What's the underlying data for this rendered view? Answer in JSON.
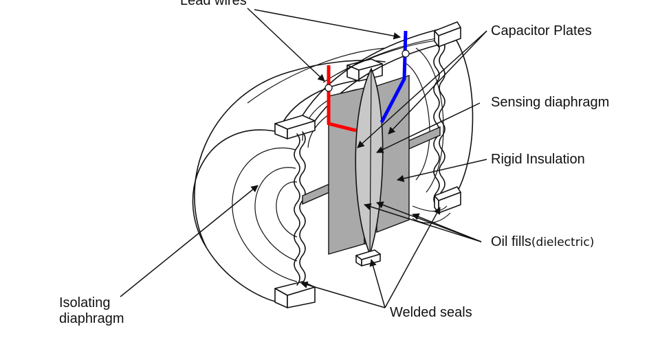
{
  "labels": {
    "lead_wires": "Lead wires",
    "capacitor_plates": "Capacitor Plates",
    "sensing_diaphragm": "Sensing diaphragm",
    "rigid_insulation": "Rigid Insulation",
    "oil_fills": "Oil fills",
    "dielectric": "(dielectric)",
    "isolating_diaphragm_line1": "Isolating",
    "isolating_diaphragm_line2": "diaphragm",
    "welded_seals": "Welded seals"
  },
  "colors": {
    "left_wire": "#ff0000",
    "right_wire": "#0000ff",
    "insulation": "#a9a9a9",
    "outline": "#111111"
  }
}
